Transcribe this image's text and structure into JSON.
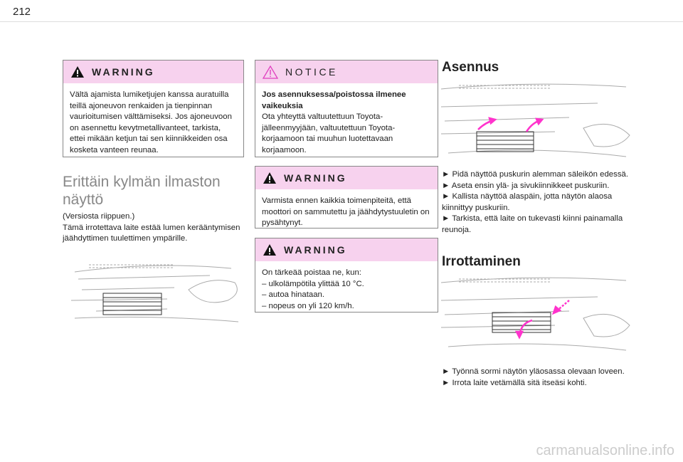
{
  "page_number": "212",
  "col1": {
    "warning": {
      "title": "WARNING",
      "text": "Vältä ajamista lumiketjujen kanssa auratuilla teillä ajoneuvon renkaiden ja tienpinnan vaurioitumisen välttämiseksi. Jos ajoneuvoon on asennettu kevytmetallivanteet, tarkista, ettei mikään ketjun tai sen kiinnikkeiden osa kosketa vanteen reunaa."
    },
    "heading": "Erittäin kylmän ilmaston näyttö",
    "p1": "(Versiosta riippuen.)",
    "p2": "Tämä irrotettava laite estää lumen kerääntymisen jäähdyttimen tuulettimen ympärille."
  },
  "col2": {
    "notice": {
      "title": "NOTICE",
      "bold": "Jos asennuksessa/poistossa ilmenee vaikeuksia",
      "text": "Ota yhteyttä valtuutettuun Toyota-jälleenmyyjään, valtuutettuun Toyota-korjaamoon tai muuhun luotettavaan korjaamoon."
    },
    "warning1": {
      "title": "WARNING",
      "text": "Varmista ennen kaikkia toimenpiteitä, että moottori on sammutettu ja jäähdytystuuletin on pysähtynyt."
    },
    "warning2": {
      "title": "WARNING",
      "intro": "On tärkeää poistaa ne, kun:",
      "items": [
        "– ulkolämpötila ylittää 10 °C.",
        "– autoa hinataan.",
        "– nopeus on yli 120 km/h."
      ]
    }
  },
  "col3": {
    "install_heading": "Asennus",
    "install_steps": [
      "► Pidä näyttöä puskurin alemman säleikön edessä.",
      "► Aseta ensin ylä- ja sivukiinnikkeet puskuriin.",
      "► Kallista näyttöä alaspäin, jotta näytön alaosa kiinnittyy puskuriin.",
      "► Tarkista, että laite on tukevasti kiinni painamalla reunoja."
    ],
    "remove_heading": "Irrottaminen",
    "remove_steps": [
      "► Työnnä sormi näytön yläosassa olevaan loveen.",
      "► Irrota laite vetämällä sitä itseäsi kohti."
    ]
  },
  "watermark": "carmanualsonline.info",
  "colors": {
    "header_bg": "#f7d2ee",
    "arrow": "#ff33cc"
  }
}
